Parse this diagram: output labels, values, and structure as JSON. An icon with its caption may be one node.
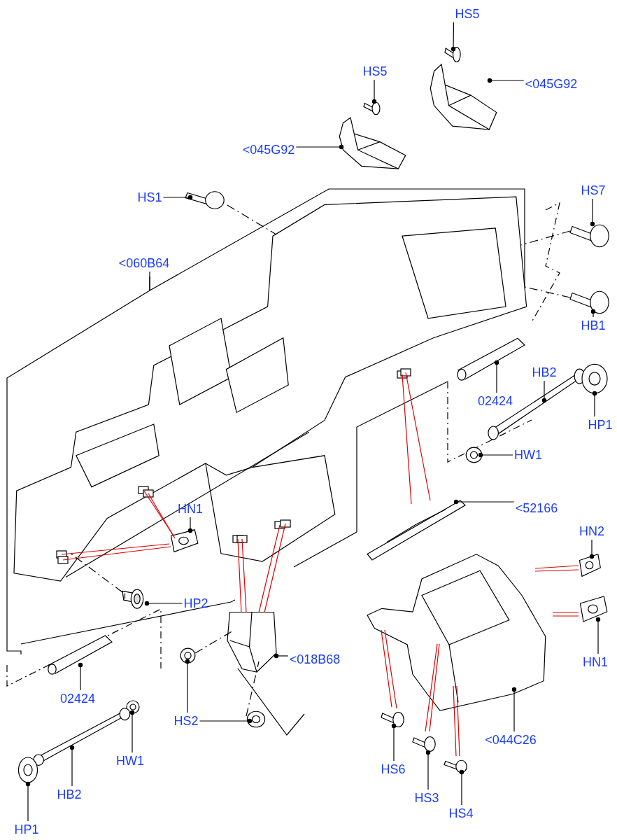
{
  "diagram": {
    "nodes": [
      {
        "text": [
          "HS5"
        ]
      },
      {
        "text": [
          "HS5"
        ]
      },
      {
        "text": [
          "<045G92"
        ]
      },
      {
        "text": [
          "<045G92"
        ]
      },
      {
        "text": [
          "HS1"
        ]
      },
      {
        "text": [
          "HS7"
        ]
      },
      {
        "text": [
          "<060B64"
        ]
      },
      {
        "text": [
          "HB1"
        ]
      },
      {
        "text": [
          "HB2"
        ]
      },
      {
        "text": [
          "02424"
        ]
      },
      {
        "text": [
          "HP1"
        ]
      },
      {
        "text": [
          "HW1"
        ]
      },
      {
        "text": [
          "<52166"
        ]
      },
      {
        "text": [
          "HN1"
        ]
      },
      {
        "text": [
          "HN2"
        ]
      },
      {
        "text": [
          "HP2"
        ]
      },
      {
        "text": [
          "HN1"
        ]
      },
      {
        "text": [
          "<018B68"
        ]
      },
      {
        "text": [
          "02424"
        ]
      },
      {
        "text": [
          "HS2"
        ]
      },
      {
        "text": [
          "HW1"
        ]
      },
      {
        "text": [
          "<044C26"
        ]
      },
      {
        "text": [
          "HB2"
        ]
      },
      {
        "text": [
          "HS6"
        ]
      },
      {
        "text": [
          "HS3"
        ]
      },
      {
        "text": [
          "HS4"
        ]
      },
      {
        "text": [
          "HP1"
        ]
      },
      {
        "text": [],
        "shape": "picture"
      },
      {
        "text": [],
        "shape": "picture"
      },
      {
        "text": [],
        "shape": "picture"
      },
      {
        "text": [],
        "shape": "picture"
      },
      {
        "text": [],
        "shape": "picture"
      },
      {
        "text": [],
        "shape": "picture"
      },
      {
        "text": [],
        "shape": "picture"
      },
      {
        "text": [],
        "shape": "picture"
      },
      {
        "text": [],
        "shape": "picture"
      },
      {
        "text": [],
        "shape": "picture"
      },
      {
        "text": [],
        "shape": "picture"
      },
      {
        "text": [],
        "shape": "picture"
      },
      {
        "text": [],
        "shape": "picture"
      },
      {
        "text": [],
        "shape": "picture"
      },
      {
        "text": [],
        "shape": "picture"
      },
      {
        "text": [],
        "shape": "picture"
      },
      {
        "text": [],
        "shape": "picture"
      },
      {
        "text": [],
        "shape": "picture"
      },
      {
        "text": [],
        "shape": "picture"
      },
      {
        "text": [],
        "shape": "picture"
      },
      {
        "text": [],
        "shape": "picture"
      },
      {
        "text": [],
        "shape": "picture"
      },
      {
        "text": [],
        "shape": "picture"
      },
      {
        "text": [],
        "shape": "picture"
      },
      {
        "text": [],
        "shape": "picture"
      },
      {
        "text": [],
        "shape": "picture"
      },
      {
        "text": [],
        "shape": "picture"
      },
      {
        "text": [],
        "shape": "picture"
      }
    ],
    "edges": [
      {
        "from": 0,
        "to": 27,
        "arrow": "other"
      },
      {
        "from": 1,
        "to": 29,
        "arrow": "other"
      },
      {
        "from": 2,
        "to": 28,
        "arrow": "other"
      },
      {
        "from": 3,
        "to": 30,
        "arrow": "other"
      },
      {
        "from": 4,
        "to": 31,
        "arrow": "other"
      },
      {
        "from": 5,
        "to": 33,
        "arrow": "other"
      },
      {
        "from": 6,
        "to": 32,
        "arrow": "none"
      },
      {
        "from": 7,
        "to": 34,
        "arrow": "other"
      },
      {
        "from": 8,
        "to": 36,
        "arrow": "other"
      },
      {
        "from": 9,
        "to": 35,
        "arrow": "other"
      },
      {
        "from": 10,
        "to": 37,
        "arrow": "other"
      },
      {
        "from": 11,
        "to": 38,
        "arrow": "other"
      },
      {
        "from": 12,
        "to": 39,
        "arrow": "other"
      },
      {
        "from": 13,
        "to": 40,
        "arrow": "other"
      },
      {
        "from": 14,
        "to": 41,
        "arrow": "other"
      },
      {
        "from": 15,
        "to": 43,
        "arrow": "other"
      },
      {
        "from": 16,
        "to": 42,
        "arrow": "other"
      },
      {
        "from": 17,
        "to": 44,
        "arrow": "other"
      },
      {
        "from": 18,
        "to": 46,
        "arrow": "other"
      },
      {
        "from": 19,
        "to": 47,
        "arrow": "other"
      },
      {
        "from": 19,
        "to": 48,
        "arrow": "other"
      },
      {
        "from": 20,
        "to": 49,
        "arrow": "other"
      },
      {
        "from": 21,
        "to": 45,
        "arrow": "other"
      },
      {
        "from": 22,
        "to": 50,
        "arrow": "other"
      },
      {
        "from": 23,
        "to": 52,
        "arrow": "other"
      },
      {
        "from": 24,
        "to": 53,
        "arrow": "other"
      },
      {
        "from": 25,
        "to": 54,
        "arrow": "other"
      },
      {
        "from": 26,
        "to": 51,
        "arrow": "other"
      },
      {
        "from": 40,
        "to": 32,
        "arrow": "none",
        "color": "#e00000"
      },
      {
        "from": 40,
        "to": 32,
        "arrow": "none",
        "color": "#e00000"
      },
      {
        "from": 40,
        "to": 32,
        "arrow": "none",
        "color": "#e00000"
      },
      {
        "from": 40,
        "to": 32,
        "arrow": "none",
        "color": "#e00000"
      },
      {
        "from": 32,
        "to": 44,
        "arrow": "none",
        "color": "#e00000"
      },
      {
        "from": 32,
        "to": 44,
        "arrow": "none",
        "color": "#e00000"
      },
      {
        "from": 32,
        "to": 44,
        "arrow": "none",
        "color": "#e00000"
      },
      {
        "from": 32,
        "to": 44,
        "arrow": "none",
        "color": "#e00000"
      },
      {
        "from": 39,
        "to": 32,
        "arrow": "none",
        "color": "#e00000"
      },
      {
        "from": 39,
        "to": 32,
        "arrow": "none",
        "color": "#e00000"
      },
      {
        "from": 41,
        "to": 45,
        "arrow": "none",
        "color": "#e00000"
      },
      {
        "from": 41,
        "to": 45,
        "arrow": "none",
        "color": "#e00000"
      },
      {
        "from": 42,
        "to": 45,
        "arrow": "none",
        "color": "#e00000"
      },
      {
        "from": 42,
        "to": 45,
        "arrow": "none",
        "color": "#e00000"
      },
      {
        "from": 52,
        "to": 45,
        "arrow": "none",
        "color": "#e00000"
      },
      {
        "from": 52,
        "to": 45,
        "arrow": "none",
        "color": "#e00000"
      },
      {
        "from": 53,
        "to": 45,
        "arrow": "none",
        "color": "#e00000"
      },
      {
        "from": 53,
        "to": 45,
        "arrow": "none",
        "color": "#e00000"
      },
      {
        "from": 54,
        "to": 45,
        "arrow": "none",
        "color": "#e00000"
      },
      {
        "from": 54,
        "to": 45,
        "arrow": "none",
        "color": "#e00000"
      },
      {
        "from": 31,
        "to": 32,
        "arrow": "none",
        "style": "dashed"
      },
      {
        "from": 33,
        "to": 32,
        "arrow": "none",
        "style": "dashed"
      },
      {
        "from": 34,
        "to": 32,
        "arrow": "none",
        "style": "dashed"
      },
      {
        "from": 43,
        "to": 32,
        "arrow": "none",
        "style": "dashed"
      },
      {
        "from": 47,
        "to": 44,
        "arrow": "none",
        "style": "dashed"
      },
      {
        "from": 48,
        "to": 44,
        "arrow": "none",
        "style": "dashed"
      }
    ]
  }
}
